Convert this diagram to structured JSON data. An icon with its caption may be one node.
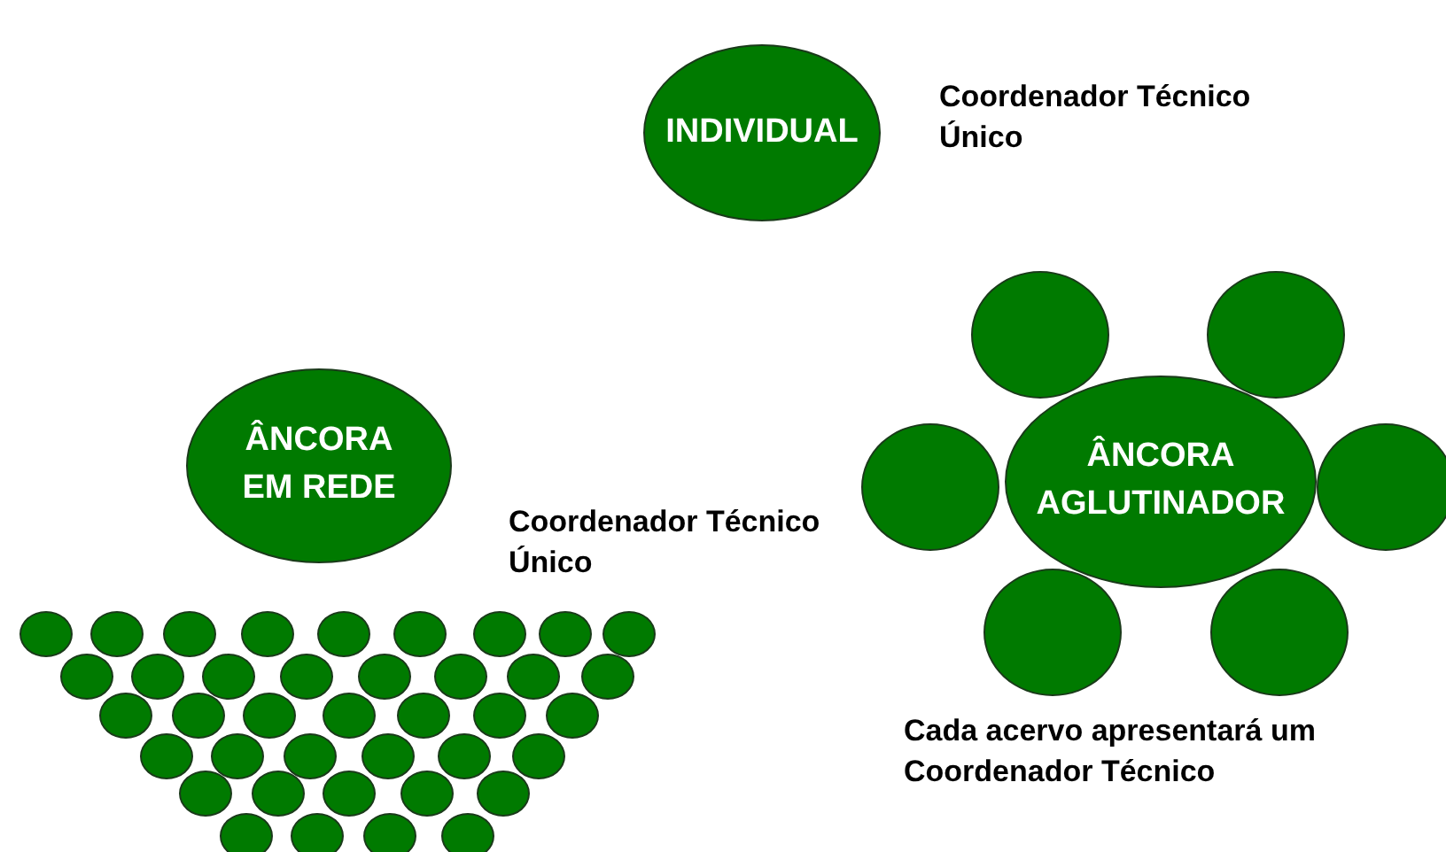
{
  "diagram": {
    "nodes": [
      {
        "text": [
          "INDIVIDUAL"
        ],
        "beside": [
          "Coordenador Técnico Único"
        ]
      },
      {
        "text": [
          "ÂNCORA EM REDE"
        ],
        "beside": [
          "Coordenador Técnico Único"
        ]
      },
      {
        "text": [
          "ÂNCORA AGLUTINADOR"
        ]
      },
      {
        "text": [],
        "shape": "circle"
      },
      {
        "text": [],
        "shape": "circle"
      },
      {
        "text": [],
        "shape": "circle"
      },
      {
        "text": [],
        "shape": "circle"
      },
      {
        "text": [],
        "shape": "circle"
      },
      {
        "text": [],
        "shape": "circle"
      },
      {
        "text": [],
        "shape": "circle"
      },
      {
        "text": [],
        "shape": "circle"
      },
      {
        "text": [],
        "shape": "circle"
      },
      {
        "text": [],
        "shape": "circle"
      },
      {
        "text": [],
        "shape": "circle"
      },
      {
        "text": [],
        "shape": "circle"
      },
      {
        "text": [],
        "shape": "circle"
      },
      {
        "text": [],
        "shape": "circle"
      },
      {
        "text": [],
        "shape": "circle"
      },
      {
        "text": [],
        "shape": "circle"
      },
      {
        "text": [],
        "shape": "circle"
      },
      {
        "text": [],
        "shape": "circle"
      },
      {
        "text": [],
        "shape": "circle"
      },
      {
        "text": [],
        "shape": "circle"
      },
      {
        "text": [],
        "shape": "circle"
      },
      {
        "text": [],
        "shape": "circle"
      },
      {
        "text": [],
        "shape": "circle"
      },
      {
        "text": [],
        "shape": "circle"
      },
      {
        "text": [],
        "shape": "circle"
      },
      {
        "text": [],
        "shape": "circle"
      },
      {
        "text": [],
        "shape": "circle"
      },
      {
        "text": [],
        "shape": "circle"
      },
      {
        "text": [],
        "shape": "circle"
      },
      {
        "text": [],
        "shape": "circle"
      },
      {
        "text": [],
        "shape": "circle"
      },
      {
        "text": [],
        "shape": "circle"
      },
      {
        "text": [],
        "shape": "circle"
      },
      {
        "text": [],
        "shape": "circle"
      },
      {
        "text": [],
        "shape": "circle"
      },
      {
        "text": [],
        "shape": "circle"
      },
      {
        "text": [],
        "shape": "circle"
      },
      {
        "text": [],
        "shape": "circle"
      },
      {
        "text": [],
        "shape": "circle"
      },
      {
        "text": [],
        "shape": "circle"
      },
      {
        "text": [],
        "shape": "circle"
      },
      {
        "text": [],
        "shape": "circle"
      },
      {
        "text": [],
        "shape": "circle"
      },
      {
        "text": [],
        "shape": "circle"
      },
      {
        "text": [],
        "shape": "circle"
      }
    ],
    "labels": [
      "Cada acervo apresentará um Coordenador Técnico"
    ]
  }
}
